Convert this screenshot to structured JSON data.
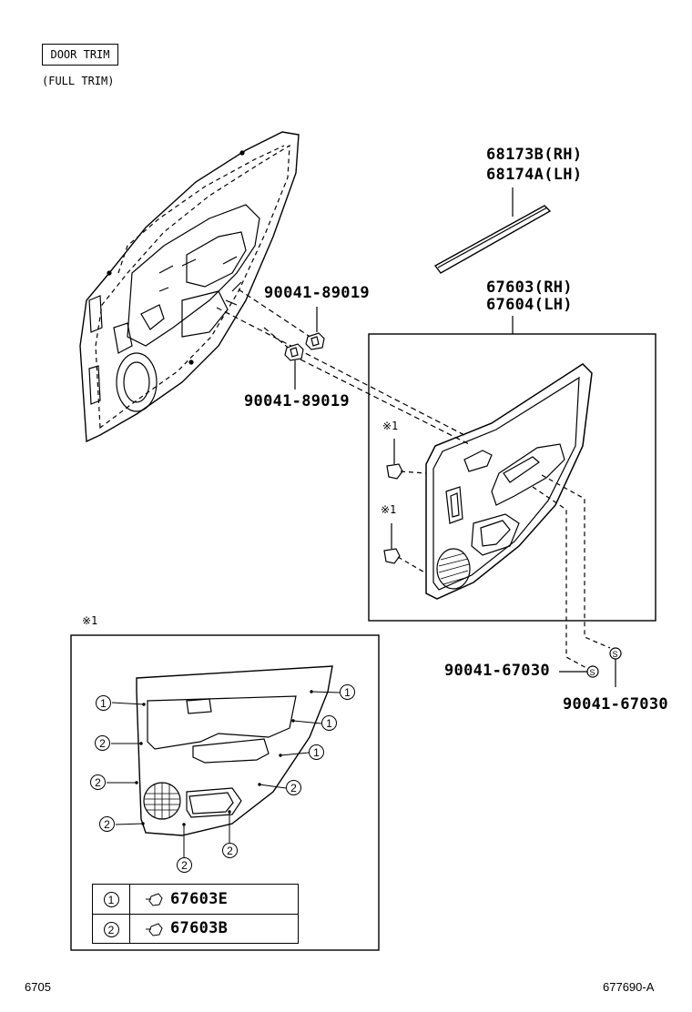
{
  "header": {
    "title": "DOOR TRIM",
    "subtitle": "(FULL TRIM)"
  },
  "parts": {
    "weatherstrip_rh": "68173B(RH)",
    "weatherstrip_lh": "68174A(LH)",
    "trim_board_rh": "67603(RH)",
    "trim_board_lh": "67604(LH)",
    "clip_upper": "90041-89019",
    "clip_lower": "90041-89019",
    "clip_screw_left": "90041-67030",
    "clip_screw_right": "90041-67030"
  },
  "markers": {
    "note1_a": "※1",
    "note1_b": "※1",
    "note1_detail": "※1"
  },
  "detail": {
    "callouts": [
      "1",
      "2",
      "2",
      "2",
      "1",
      "1",
      "1",
      "2",
      "2",
      "2"
    ],
    "legend": [
      {
        "num": "1",
        "part": "67603E"
      },
      {
        "num": "2",
        "part": "67603B"
      }
    ]
  },
  "footer": {
    "left": "6705",
    "right": "677690-A"
  }
}
